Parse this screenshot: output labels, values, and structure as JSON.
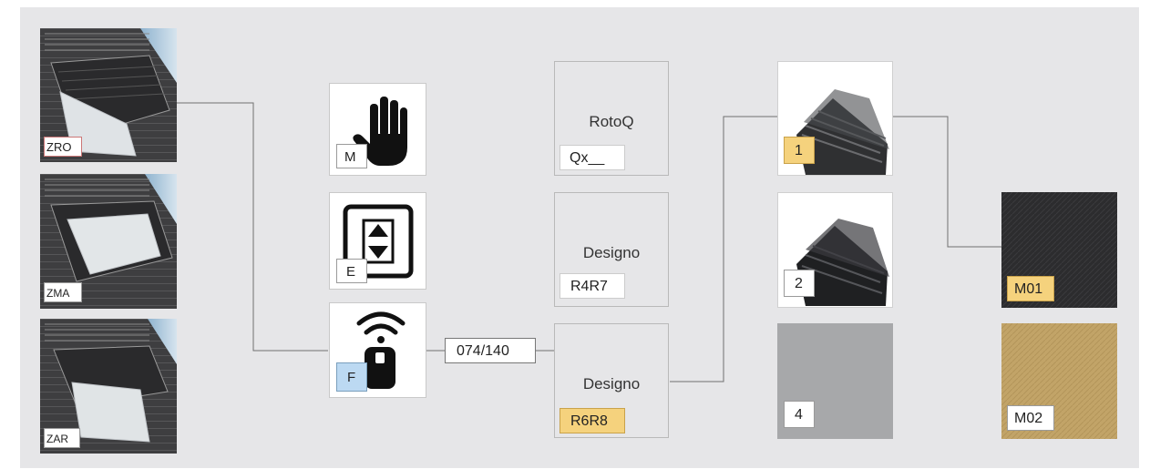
{
  "shutter_types": [
    {
      "code": "ZRO",
      "label_color": "#f4b8b8"
    },
    {
      "code": "ZMA",
      "label_color": "#ffffff"
    },
    {
      "code": "ZAR",
      "label_color": "#ffffff"
    }
  ],
  "operations": [
    {
      "code": "M",
      "icon": "hand-icon",
      "label_color": "#ffffff"
    },
    {
      "code": "E",
      "icon": "up-down-switch-icon",
      "label_color": "#ffffff"
    },
    {
      "code": "F",
      "icon": "remote-control-icon",
      "label_color": "#bcd9f2"
    }
  ],
  "connector_label": "074/140",
  "control_models": [
    {
      "title": "RotoQ",
      "code": "Qx__",
      "label_color": "#ffffff"
    },
    {
      "title": "Designo",
      "code": "R4R7",
      "label_color": "#ffffff"
    },
    {
      "title": "Designo",
      "code": "R6R8",
      "label_color": "#f5d27d"
    }
  ],
  "colours": [
    {
      "code": "1",
      "label_color": "#f5d27d",
      "swatch": "photo"
    },
    {
      "code": "2",
      "label_color": "#ffffff",
      "swatch": "photo"
    },
    {
      "code": "4",
      "label_color": "#ffffff",
      "swatch": "#a7a8aa"
    }
  ],
  "fabrics": [
    {
      "code": "M01",
      "label_color": "#f5d27d",
      "swatch": "#2c2c2e"
    },
    {
      "code": "M02",
      "label_color": "#ffffff",
      "swatch": "#c2a468"
    }
  ]
}
